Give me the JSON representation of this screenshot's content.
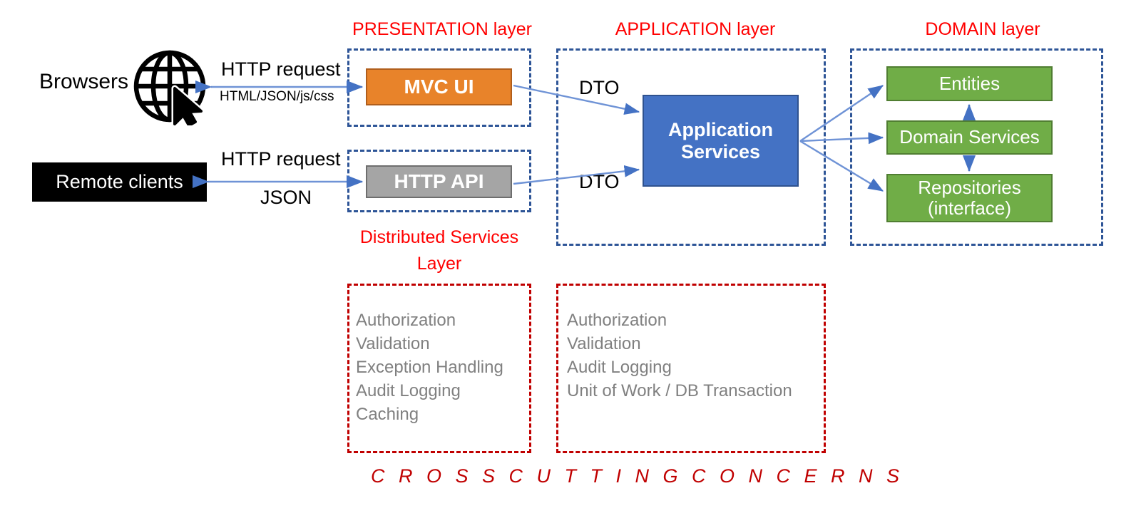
{
  "diagram": {
    "title": "Layered application architecture",
    "colors": {
      "layer_title": "#FF0000",
      "dashed_blue": "#2E5597",
      "dashed_red": "#C00000",
      "mvc_ui": "#E8832A",
      "http_api": "#A5A5A5",
      "application_services": "#4472C4",
      "domain_boxes": "#70AD47",
      "remote_clients": "#000000",
      "arrow": "#4472C4",
      "cross_cutting_text": "#808080"
    }
  },
  "layer_titles": {
    "presentation": "PRESENTATION layer",
    "application": "APPLICATION layer",
    "domain": "DOMAIN layer",
    "distributed_services_line1": "Distributed Services",
    "distributed_services_line2": "Layer"
  },
  "clients": {
    "browsers_label": "Browsers",
    "globe_icon": "globe-with-cursor-icon",
    "remote_clients_label": "Remote clients"
  },
  "edges": {
    "browser_request": "HTTP request",
    "browser_response": "HTML/JSON/js/css",
    "remote_request": "HTTP request",
    "remote_response": "JSON",
    "dto_top": "DTO",
    "dto_bottom": "DTO"
  },
  "presentation": {
    "mvc_ui": "MVC UI",
    "http_api": "HTTP API"
  },
  "application": {
    "app_services_line1": "Application",
    "app_services_line2": "Services"
  },
  "domain": {
    "entities": "Entities",
    "domain_services": "Domain Services",
    "repositories_line1": "Repositories",
    "repositories_line2": "(interface)"
  },
  "cross_cutting": {
    "banner": "C R O S S   C U T T I N G   C O N C E R N S",
    "presentation_concerns": [
      "Authorization",
      "Validation",
      "Exception Handling",
      "Audit Logging",
      "Caching"
    ],
    "application_concerns": [
      "Authorization",
      "Validation",
      "Audit Logging",
      "Unit of Work / DB Transaction"
    ]
  }
}
